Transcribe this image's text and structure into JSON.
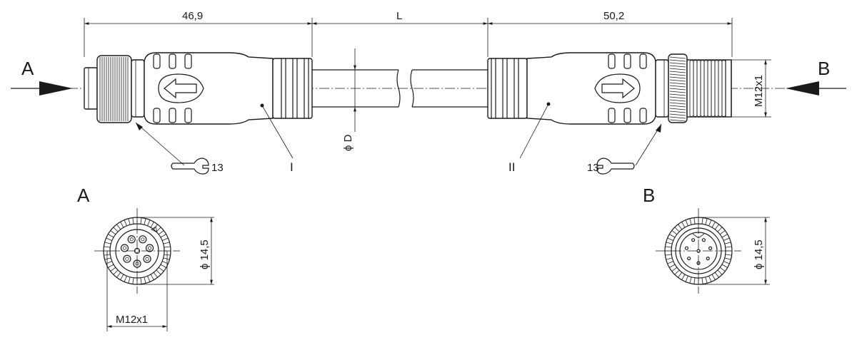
{
  "dimensions": {
    "left_connector_length": "46,9",
    "cable_length": "L",
    "right_connector_length": "50,2",
    "cable_diameter": "ϕ D",
    "thread_side_b": "M12x1",
    "thread_front_a": "M12x1",
    "diameter_front_a": "ϕ 14,5",
    "diameter_front_b": "ϕ 14,5"
  },
  "labels": {
    "view_a_arrow": "A",
    "view_b_arrow": "B",
    "front_view_a": "A",
    "front_view_b": "B",
    "part_left": "I",
    "part_right": "II",
    "wrench_size_left": "13",
    "wrench_size_right": "13"
  }
}
